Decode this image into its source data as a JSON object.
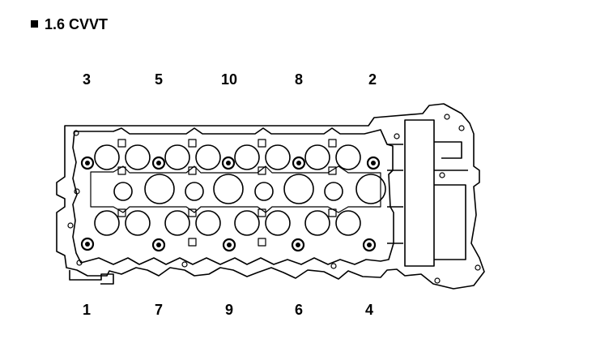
{
  "title": "1.6 CVVT",
  "top_sequence": [
    "3",
    "5",
    "10",
    "8",
    "2"
  ],
  "bottom_sequence": [
    "1",
    "7",
    "9",
    "6",
    "4"
  ],
  "colors": {
    "line": "#000000",
    "background": "#ffffff"
  }
}
